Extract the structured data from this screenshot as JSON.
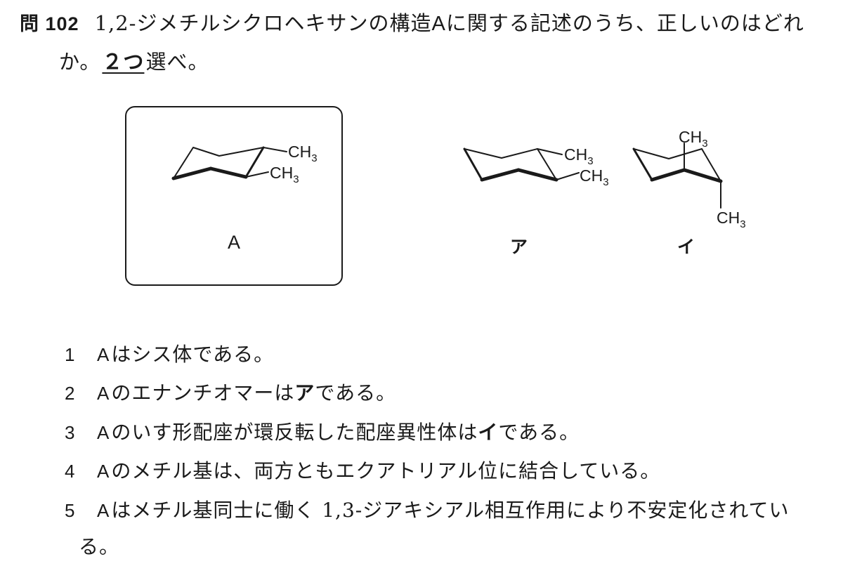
{
  "question": {
    "number": "問 102",
    "text_part1": "1,2-ジメチルシクロヘキサンの構造",
    "label_A": "A",
    "text_part2": "に関する記述のうち、正しいのはどれ",
    "text_line2_start": "か。",
    "underline_text": "２つ",
    "text_line2_end": "選べ。"
  },
  "structures": {
    "A": {
      "caption": "A",
      "groups": [
        "CH3",
        "CH3"
      ]
    },
    "ア": {
      "caption": "ア",
      "groups": [
        "CH3",
        "CH3"
      ]
    },
    "イ": {
      "caption": "イ",
      "groups": [
        "CH3",
        "CH3"
      ]
    }
  },
  "options": [
    {
      "num": "1",
      "subject": "A",
      "text": "はシス体である。"
    },
    {
      "num": "2",
      "subject": "A",
      "text_a": "のエナンチオマーは",
      "bold": "ア",
      "text_b": "である。"
    },
    {
      "num": "3",
      "subject": "A",
      "text_a": "のいす形配座が環反転した配座異性体は",
      "bold": "イ",
      "text_b": "である。"
    },
    {
      "num": "4",
      "subject": "A",
      "text": "のメチル基は、両方ともエクアトリアル位に結合している。"
    },
    {
      "num": "5",
      "subject": "A",
      "text": "はメチル基同士に働く 1,3-ジアキシアル相互作用により不安定化されてい",
      "continuation": "る。"
    }
  ]
}
